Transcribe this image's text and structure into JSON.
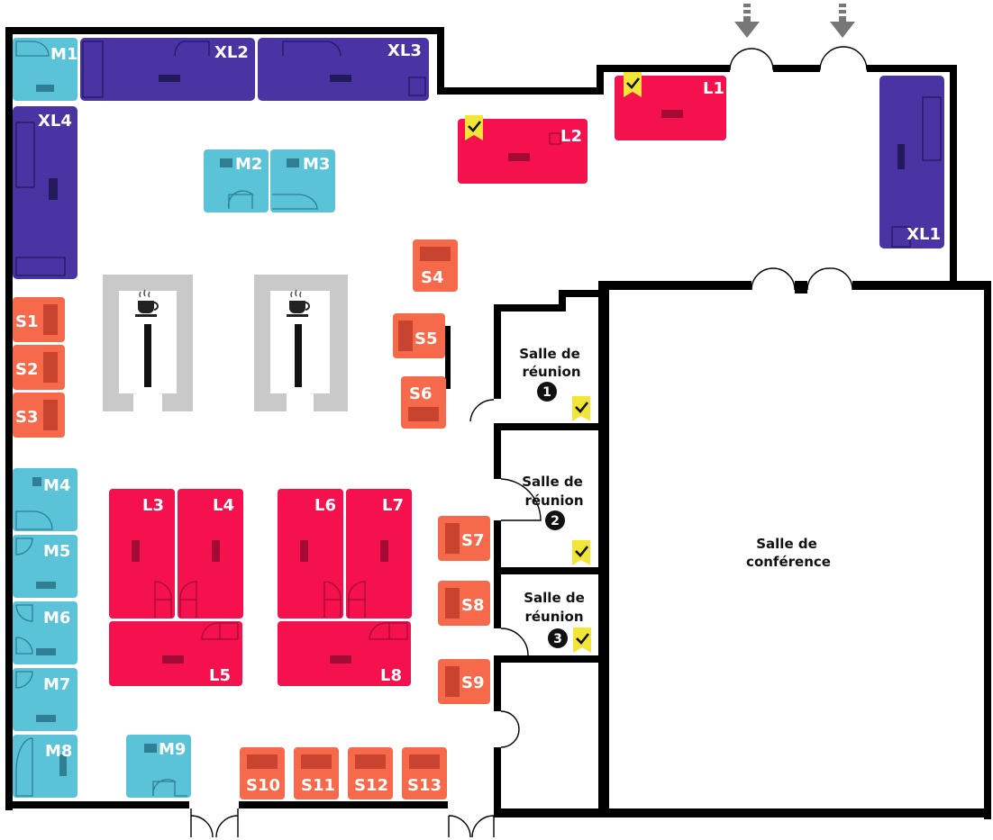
{
  "colors": {
    "xl": "#4a33a3",
    "m": "#5ac3d8",
    "l": "#f5104e",
    "s": "#f6694a",
    "marker": "#f2e536",
    "wall": "#000000",
    "pillar": "#c9c9c9",
    "arrow": "#777777"
  },
  "desks": {
    "xl": [
      "XL1",
      "XL2",
      "XL3",
      "XL4"
    ],
    "m": [
      "M1",
      "M2",
      "M3",
      "M4",
      "M5",
      "M6",
      "M7",
      "M8",
      "M9"
    ],
    "l": [
      "L1",
      "L2",
      "L3",
      "L4",
      "L5",
      "L6",
      "L7",
      "L8"
    ],
    "s": [
      "S1",
      "S2",
      "S3",
      "S4",
      "S5",
      "S6",
      "S7",
      "S8",
      "S9",
      "S10",
      "S11",
      "S12",
      "S13"
    ]
  },
  "meeting_rooms": [
    {
      "line1": "Salle de",
      "line2": "réunion",
      "number": "1"
    },
    {
      "line1": "Salle de",
      "line2": "réunion",
      "number": "2"
    },
    {
      "line1": "Salle de",
      "line2": "réunion",
      "number": "3"
    }
  ],
  "conference_room": {
    "line1": "Salle de",
    "line2": "conférence"
  },
  "icons": {
    "coffee": "coffee-cup-icon",
    "entrance": "entrance-arrow-icon",
    "reserved": "reserved-check-icon"
  }
}
